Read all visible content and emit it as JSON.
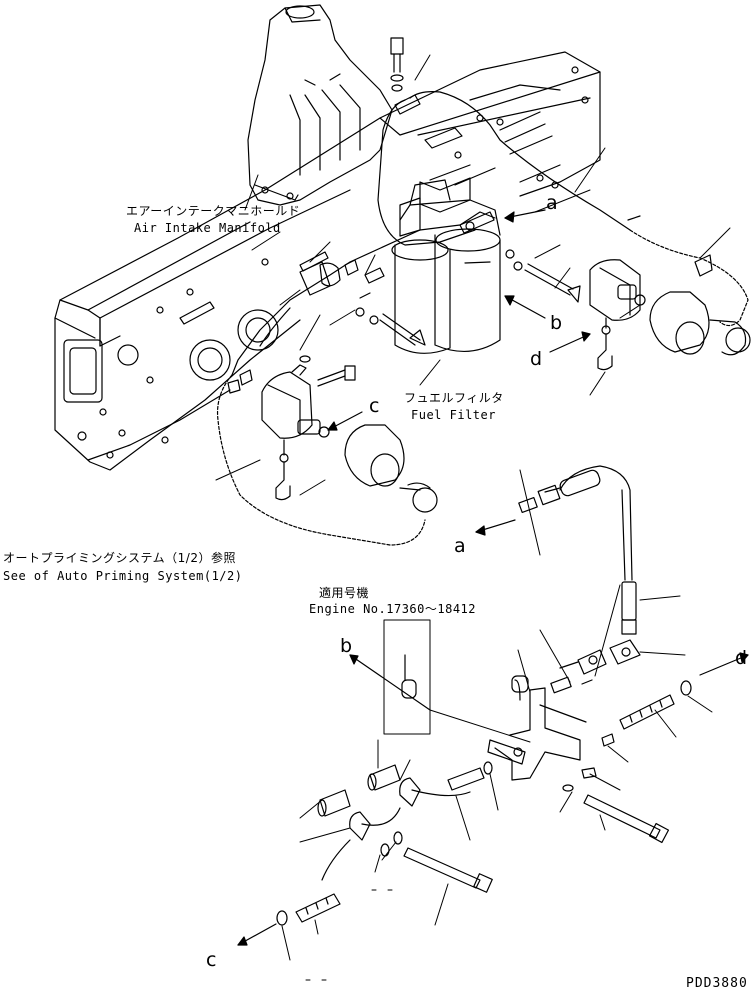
{
  "labels": {
    "intake_jp": "エアーインテークマニホールド",
    "intake_en": "Air Intake Manifold",
    "filter_jp": "フュエルフィルタ",
    "filter_en": "Fuel Filter",
    "priming_jp": "オートプライミングシステム（1/2）参照",
    "priming_en": "See of Auto Priming System(1/2)",
    "applicable_jp": "適用号機",
    "engine_no": "Engine No.17360～18412"
  },
  "refs": {
    "a_upper": "a",
    "b_upper": "b",
    "c_upper": "c",
    "d_upper": "d",
    "a_lower": "a",
    "b_lower": "b",
    "c_lower": "c",
    "d_lower": "d"
  },
  "drawing_code": "PDD3880"
}
